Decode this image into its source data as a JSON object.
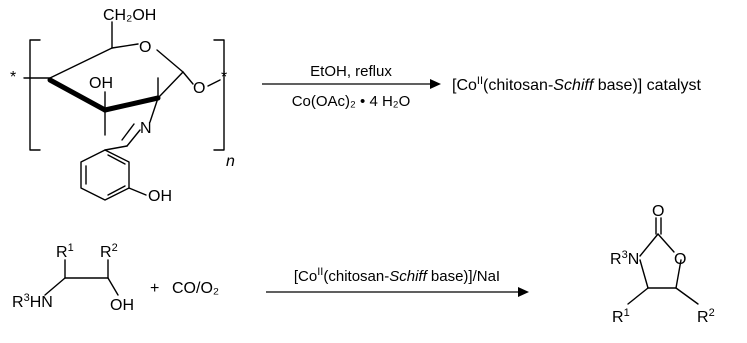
{
  "reaction1": {
    "polymer": {
      "ch2oh": "CH₂OH",
      "ring_o": "O",
      "oh": "OH",
      "glyco_o": "O",
      "end_star": "*",
      "start_star": "*",
      "imine_n": "N",
      "phenol_oh": "OH",
      "repeat_n": "n"
    },
    "arrow": {
      "above": "EtOH, reflux",
      "below": "Co(OAc)₂ • 4 H₂O"
    },
    "product": {
      "prefix": "[Co",
      "ox": "II",
      "mid": "(chitosan-",
      "schiff": "Schiff",
      "suffix": " base)] catalyst"
    }
  },
  "reaction2": {
    "reactant": {
      "r1": "R",
      "r1_sup": "1",
      "r2": "R",
      "r2_sup": "2",
      "r3": "R",
      "r3_sup": "3",
      "hn": "HN",
      "oh": "OH"
    },
    "plus": "+",
    "gas": "CO/O₂",
    "arrow": {
      "prefix": "[Co",
      "ox": "II",
      "mid": "(chitosan-",
      "schiff": "Schiff",
      "suffix": " base)]/NaI"
    },
    "product": {
      "carbonyl_o": "O",
      "ring_o": "O",
      "r3": "R",
      "r3_sup": "3",
      "n": "N",
      "r1": "R",
      "r1_sup": "1",
      "r2": "R",
      "r2_sup": "2"
    }
  }
}
